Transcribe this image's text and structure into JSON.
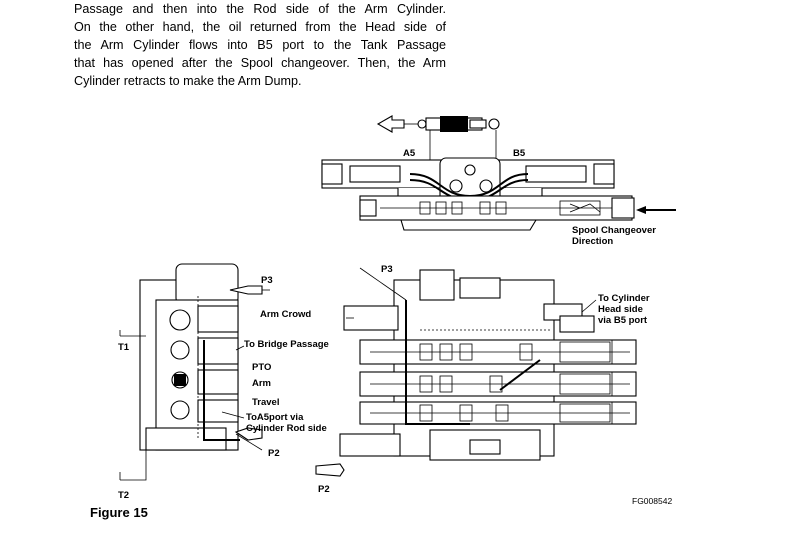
{
  "paragraph": {
    "lines": [
      "Passage and then into the Rod side of the Arm Cylinder.",
      "On the other hand, the oil returned from the Head side of",
      "the Arm Cylinder flows into B5 port to the Tank Passage",
      "that has opened after the Spool changeover. Then, the Arm",
      "Cylinder retracts to make the Arm Dump."
    ]
  },
  "diagram": {
    "top_view": {
      "port_a": "A5",
      "port_b": "B5",
      "spool_label_1": "Spool Changeover",
      "spool_label_2": "Direction"
    },
    "side_view": {
      "p3": "P3",
      "t1": "T1",
      "bridge": "To Bridge Passage",
      "pto": "PTO",
      "arm": "Arm",
      "travel": "Travel",
      "a5port_1": "ToA5port via",
      "a5port_2": "Cylinder Rod side",
      "p2": "P2",
      "t2": "T2"
    },
    "front_view": {
      "p3": "P3",
      "arm_crowd": "Arm Crowd",
      "to_cyl_1": "To Cylinder",
      "to_cyl_2": "Head side",
      "to_cyl_3": "via B5 port",
      "p2": "P2"
    }
  },
  "caption": "Figure 15",
  "figure_code": "FG008542"
}
